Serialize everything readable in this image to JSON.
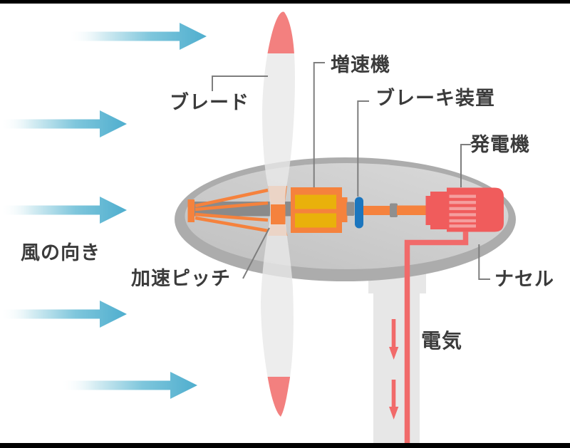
{
  "diagram": {
    "subject": "wind-turbine-cutaway",
    "labels": {
      "blade": "ブレード",
      "gearbox": "増速機",
      "brake": "ブレーキ装置",
      "generator": "発電機",
      "nacelle": "ナセル",
      "pitch": "加速ピッチ",
      "wind_direction": "風の向き",
      "electricity": "電気"
    },
    "colors": {
      "wind_arrow_teal": "#4FAECE",
      "machine_orange": "#F5823D",
      "gearbox_yellow": "#E9B10B",
      "generator_red": "#F05C5C",
      "generator_stripe_pink": "#F59E9E",
      "cable_red": "#F16A6A",
      "brake_blue": "#1C76BE",
      "nacelle_rim_gray": "#ACACAC",
      "nacelle_inner_gray": "#CCCCCC",
      "main_shaft_gray": "#8A8A8A",
      "tower_gray": "#E7E7E7",
      "blade_body_gray": "#EDEDED",
      "blade_tip_pink": "#F3807F",
      "label_text": "#3B3B3B",
      "leader_line": "#7E7E7E"
    }
  }
}
